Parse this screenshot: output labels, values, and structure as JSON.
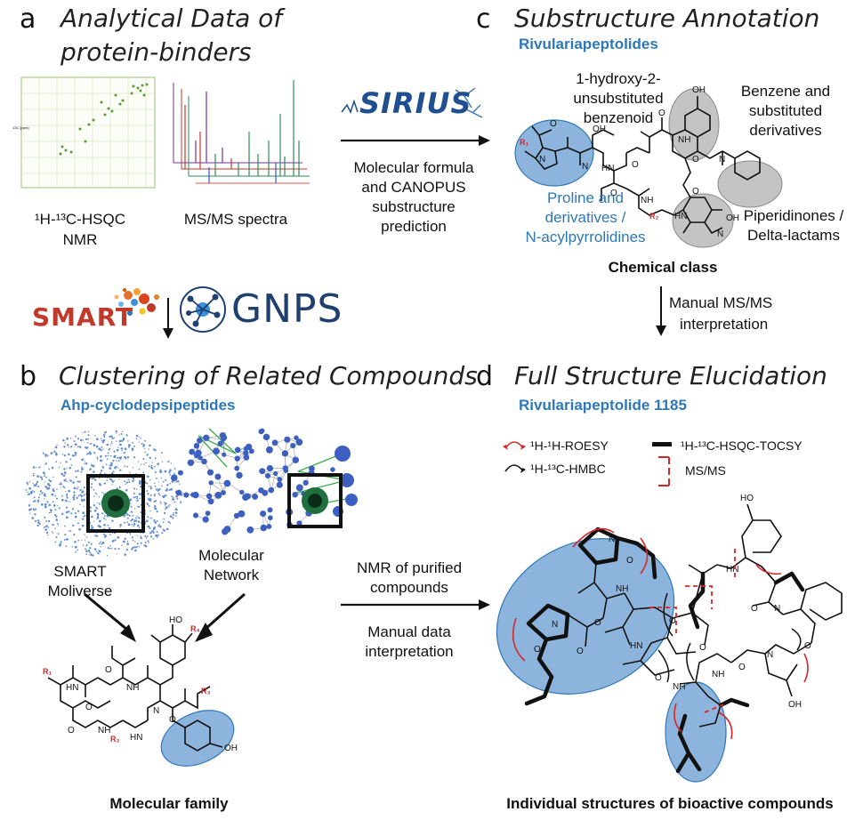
{
  "panels": {
    "a": {
      "letter": "a",
      "title_line1": "Analytical Data of",
      "title_line2": "protein-binders",
      "hsqc_label_line1": "¹H-¹³C-HSQC",
      "hsqc_label_line2": "NMR",
      "msms_label": "MS/MS spectra"
    },
    "b": {
      "letter": "b",
      "title": "Clustering of Related Compounds",
      "subtitle": "Ahp-cyclodepsipeptides",
      "moliverse_line1": "SMART",
      "moliverse_line2": "Moliverse",
      "network_line1": "Molecular",
      "network_line2": "Network",
      "family_label": "Molecular family"
    },
    "c": {
      "letter": "c",
      "title": "Substructure Annotation",
      "subtitle": "Rivulariapeptolides",
      "annot_hydroxy_l1": "1-hydroxy-2-",
      "annot_hydroxy_l2": "unsubstituted",
      "annot_hydroxy_l3": "benzenoid",
      "annot_benzene_l1": "Benzene and",
      "annot_benzene_l2": "substituted",
      "annot_benzene_l3": "derivatives",
      "annot_proline_l1": "Proline and",
      "annot_proline_l2": "derivatives /",
      "annot_proline_l3": "N-acylpyrrolidines",
      "annot_piper_l1": "Piperidinones /",
      "annot_piper_l2": "Delta-lactams",
      "class_label": "Chemical class"
    },
    "d": {
      "letter": "d",
      "title": "Full Structure Elucidation",
      "subtitle": "Rivulariapeptolide 1185",
      "legend_roesy": "¹H-¹H-ROESY",
      "legend_hmbc": "¹H-¹³C-HMBC",
      "legend_tocsy": "¹H-¹³C-HSQC-TOCSY",
      "legend_msms": "MS/MS",
      "bottom_label": "Individual structures of bioactive compounds"
    }
  },
  "arrows": {
    "sirius_logo": "SIRIUS",
    "sirius_line1": "Molecular formula",
    "sirius_line2": "and CANOPUS",
    "sirius_line3": "substructure",
    "sirius_line4": "prediction",
    "smart_logo": "SMART",
    "gnps_logo": "GNPS",
    "manual_l1": "Manual MS/MS",
    "manual_l2": "interpretation",
    "nmr_l1": "NMR of purified",
    "nmr_l2": "compounds",
    "data_l1": "Manual data",
    "data_l2": "interpretation"
  },
  "atoms": {
    "oh": "OH",
    "ho": "HO",
    "nh": "NH",
    "hn": "HN",
    "n": "N",
    "o": "O",
    "r1": "R₁",
    "r2": "R₂",
    "r3": "R₃",
    "r4": "R₄"
  },
  "colors": {
    "accent_blue": "#2e78b7",
    "ellipse_blue": "#8db4dc",
    "ellipse_grey": "#c4c4c4",
    "red": "#d62728"
  }
}
